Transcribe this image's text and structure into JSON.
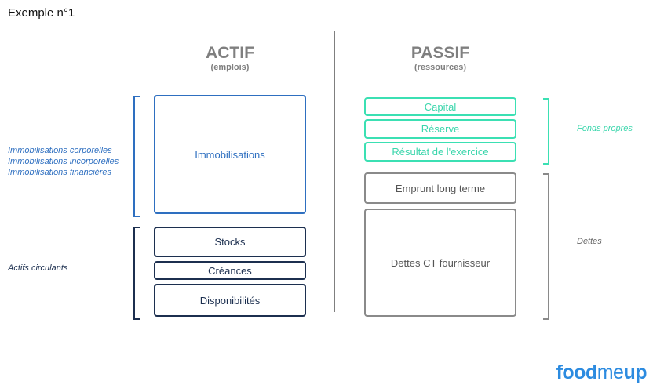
{
  "title": "Exemple n°1",
  "actif": {
    "heading": "ACTIF",
    "sub": "(emplois)"
  },
  "passif": {
    "heading": "PASSIF",
    "sub": "(ressources)"
  },
  "actif_boxes": {
    "immobilisations": "Immobilisations",
    "stocks": "Stocks",
    "creances": "Créances",
    "disponibilites": "Disponibilités"
  },
  "passif_boxes": {
    "capital": "Capital",
    "reserve": "Réserve",
    "resultat": "Résultat de l'exercice",
    "emprunt": "Emprunt long terme",
    "dettes_ct": "Dettes CT fournisseur"
  },
  "left_labels": {
    "immob_list": [
      "Immobilisations corporelles",
      "Immobilisations incorporelles",
      "Immobilisations financières"
    ],
    "actifs_circulants": "Actifs circulants"
  },
  "right_labels": {
    "fonds_propres": "Fonds propres",
    "dettes": "Dettes"
  },
  "logo": {
    "part1": "food",
    "part2": "me",
    "part3": "up"
  },
  "colors": {
    "blue": "#2e6fc0",
    "navy": "#1c2f4f",
    "green": "#3be0b3",
    "grey": "#8a8a8a",
    "logo": "#2c8be0"
  }
}
